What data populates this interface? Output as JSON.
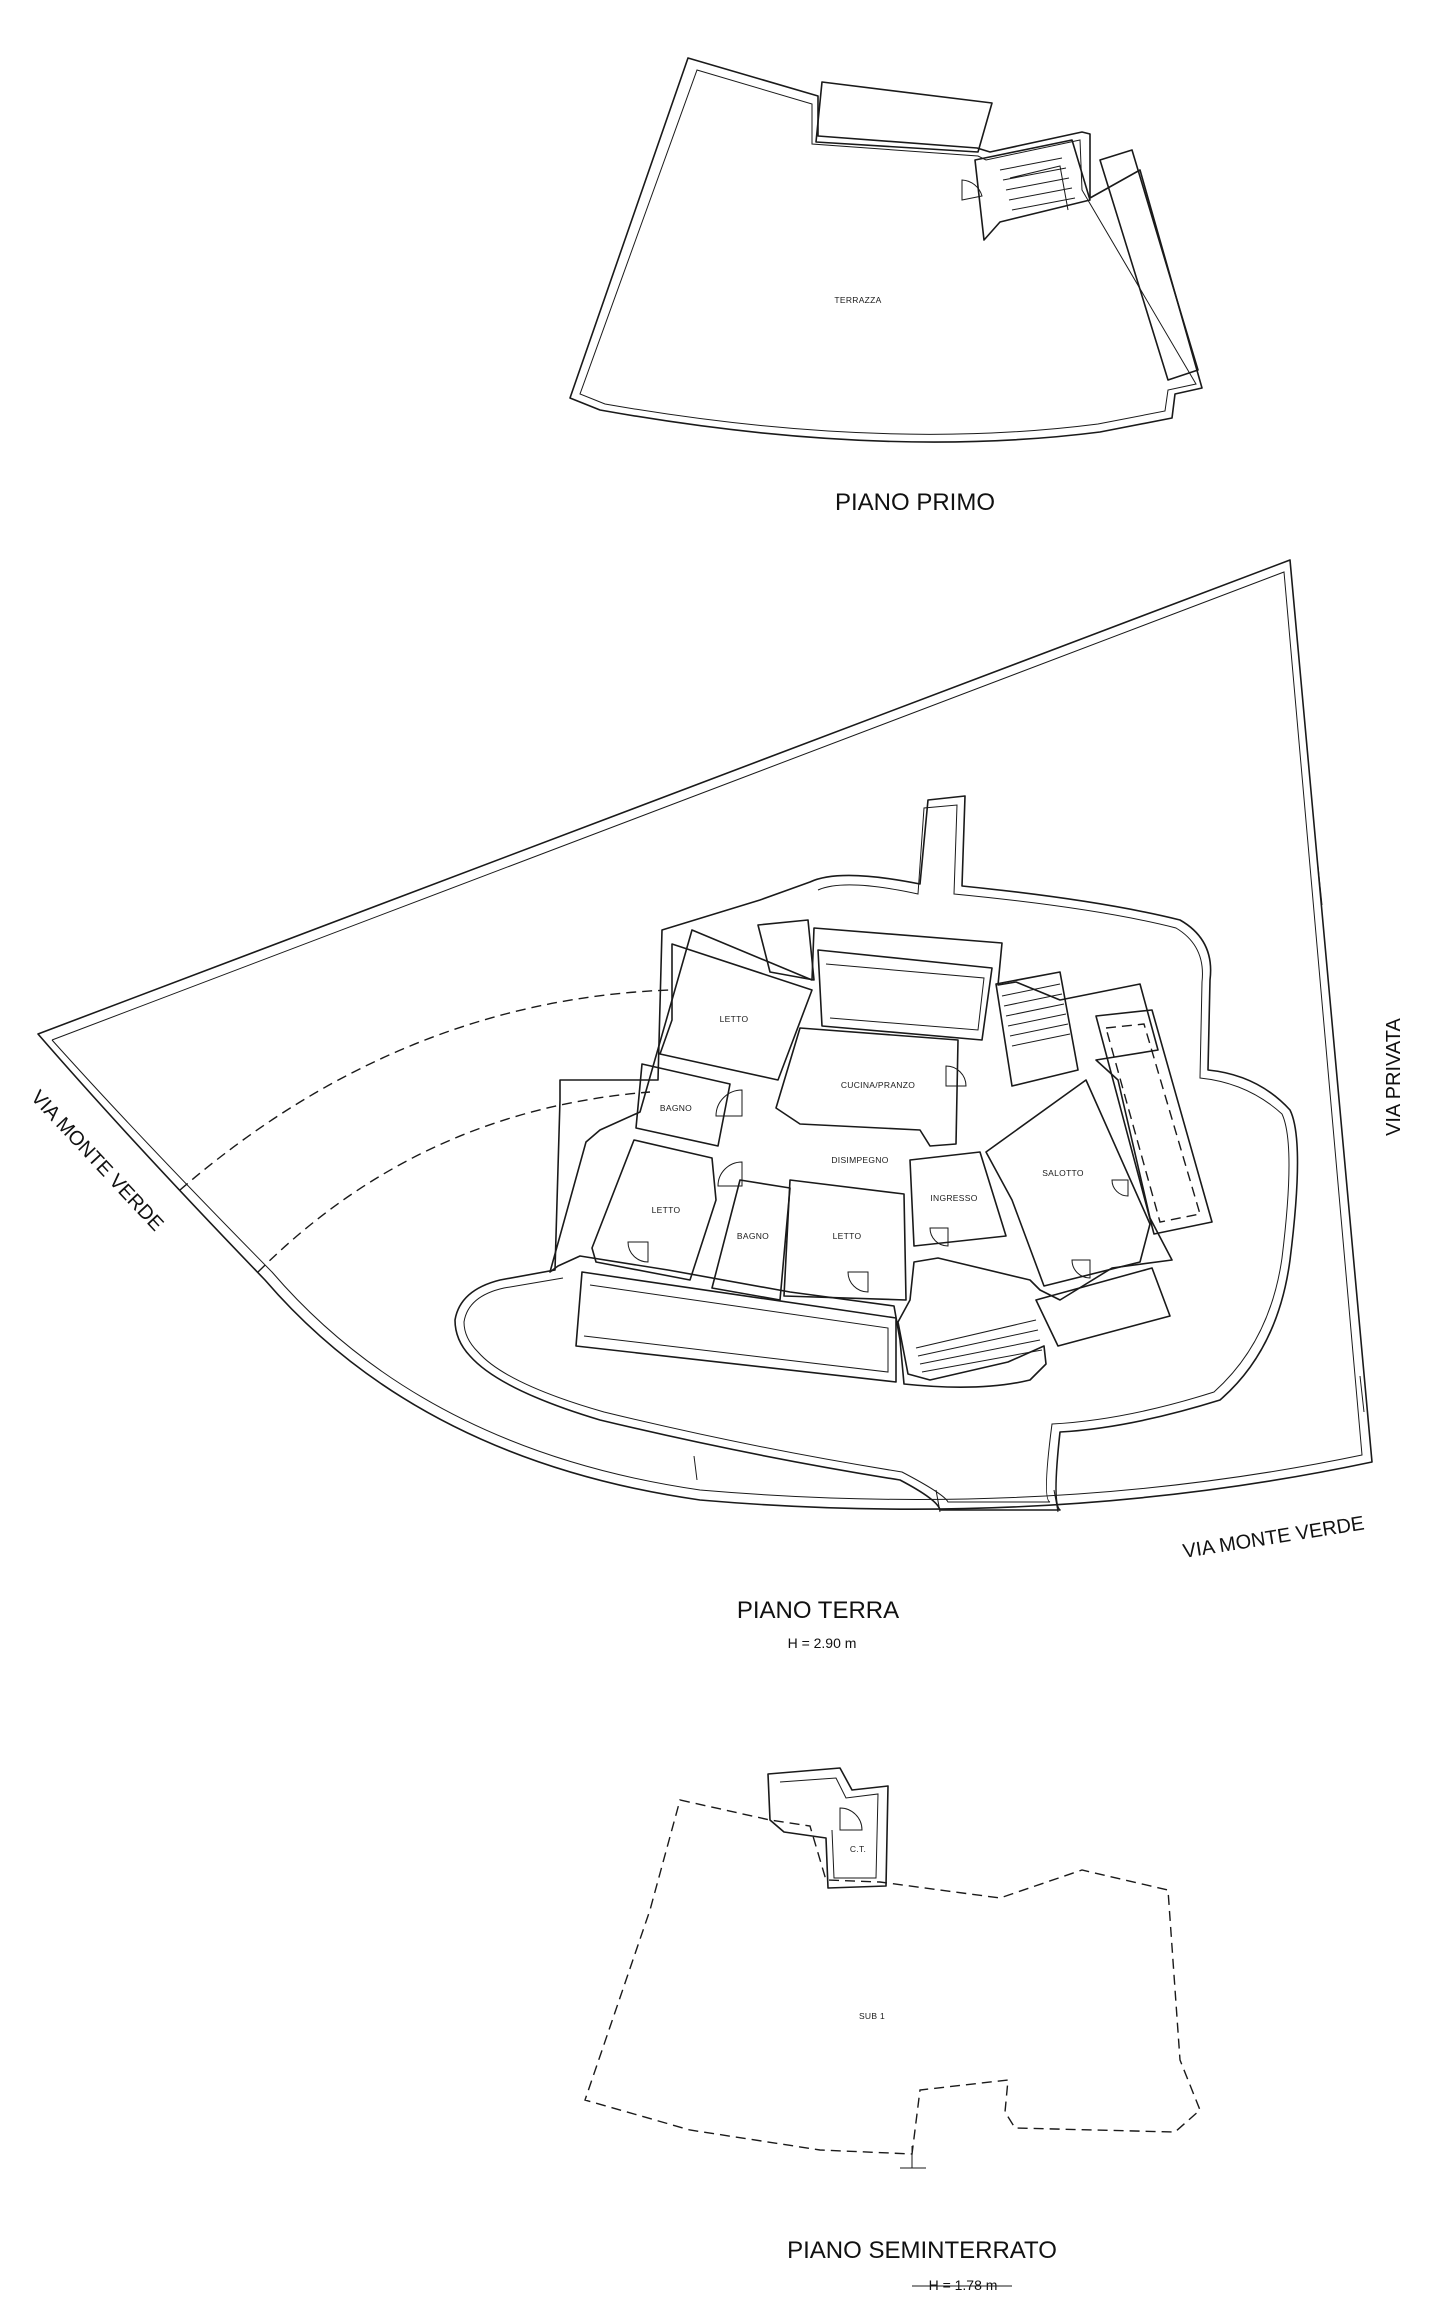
{
  "floors": {
    "primo": {
      "label": "PIANO PRIMO",
      "rooms": {
        "terrazza": "TERRAZZA"
      }
    },
    "terra": {
      "label": "PIANO TERRA",
      "height": "H = 2.90 m",
      "rooms": {
        "letto_top": "LETTO",
        "bagno_left": "BAGNO",
        "letto_left": "LETTO",
        "bagno_mid": "BAGNO",
        "letto_mid": "LETTO",
        "cucina": "CUCINA/PRANZO",
        "disimpegno": "DISIMPEGNO",
        "ingresso": "INGRESSO",
        "salotto": "SALOTTO"
      },
      "streets": {
        "monte_verde_west": "VIA MONTE VERDE",
        "monte_verde_south": "VIA MONTE VERDE",
        "privata": "VIA PRIVATA"
      }
    },
    "seminterrato": {
      "label": "PIANO SEMINTERRATO",
      "height": "H = 1.78 m",
      "rooms": {
        "ct": "C.T.",
        "sub1": "SUB 1"
      }
    }
  }
}
